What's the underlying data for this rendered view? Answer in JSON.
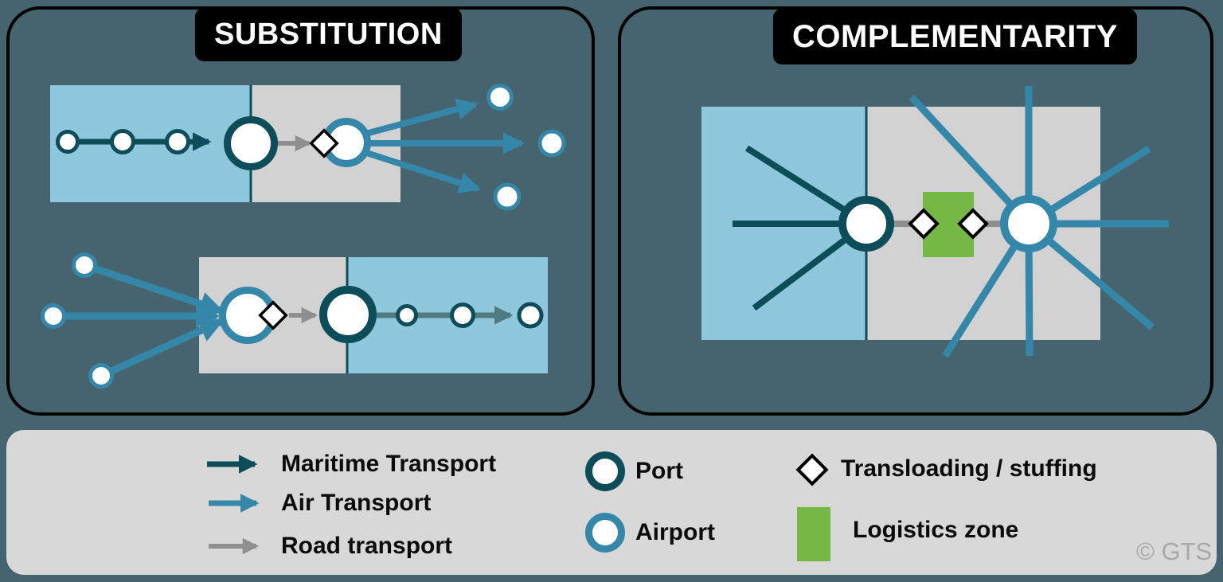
{
  "page": {
    "background_color": "#45646F",
    "zone_colors": {
      "maritime_foreland": "#8FC8DC",
      "hinterland": "#D2D2D2"
    }
  },
  "panels": {
    "left": {
      "title": "SUBSTITUTION"
    },
    "right": {
      "title": "COMPLEMENTARITY"
    }
  },
  "legend": {
    "transport_modes": [
      {
        "name": "maritime",
        "label": "Maritime Transport",
        "color": "#0D4D5A"
      },
      {
        "name": "air",
        "label": "Air Transport",
        "color": "#3487A8"
      },
      {
        "name": "road",
        "label": "Road transport",
        "color": "#8F8F8F"
      }
    ],
    "nodes": [
      {
        "name": "port",
        "label": "Port",
        "color": "#0D4D5A"
      },
      {
        "name": "airport",
        "label": "Airport",
        "color": "#3487A8"
      }
    ],
    "facilities": [
      {
        "name": "transloading",
        "label": "Transloading / stuffing",
        "color": "#FFFFFF"
      },
      {
        "name": "logistics-zone",
        "label": "Logistics zone",
        "color": "#76B844"
      }
    ],
    "copyright": "© GTS"
  }
}
